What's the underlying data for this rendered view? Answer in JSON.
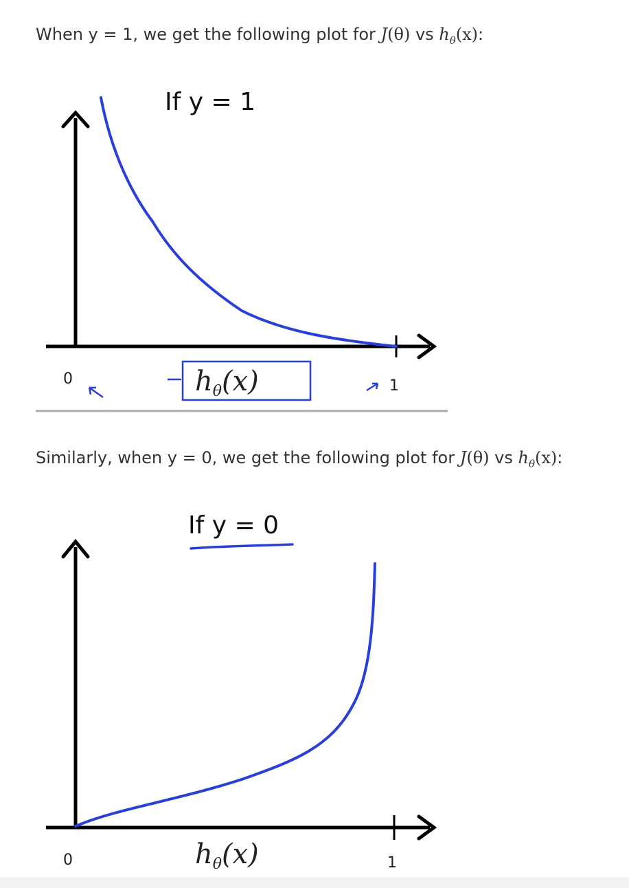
{
  "para1": {
    "prefix": "When y = 1, we get the following plot for ",
    "J": "J",
    "theta_arg": "(θ)",
    "vs": " vs ",
    "h": "h",
    "h_sub": "θ",
    "x_arg": "(x)",
    "suffix": ":"
  },
  "para2": {
    "prefix": "Similarly, when y = 0, we get the following plot for ",
    "J": "J",
    "theta_arg": "(θ)",
    "vs": " vs ",
    "h": "h",
    "h_sub": "θ",
    "x_arg": "(x)",
    "suffix": ":"
  },
  "figure1": {
    "title": "If y = 1",
    "x_tick_left": "0",
    "x_tick_right": "1",
    "x_label_h": "h",
    "x_label_sub": "θ",
    "x_label_arg": "(x)"
  },
  "figure2": {
    "title": "If y = 0",
    "x_tick_left": "0",
    "x_tick_right": "1",
    "x_label_h": "h",
    "x_label_sub": "θ",
    "x_label_arg": "(x)"
  },
  "colors": {
    "curve": "#2a3fd6",
    "axis": "#000000",
    "page_text": "#333333",
    "divider": "#aaaaaa"
  }
}
